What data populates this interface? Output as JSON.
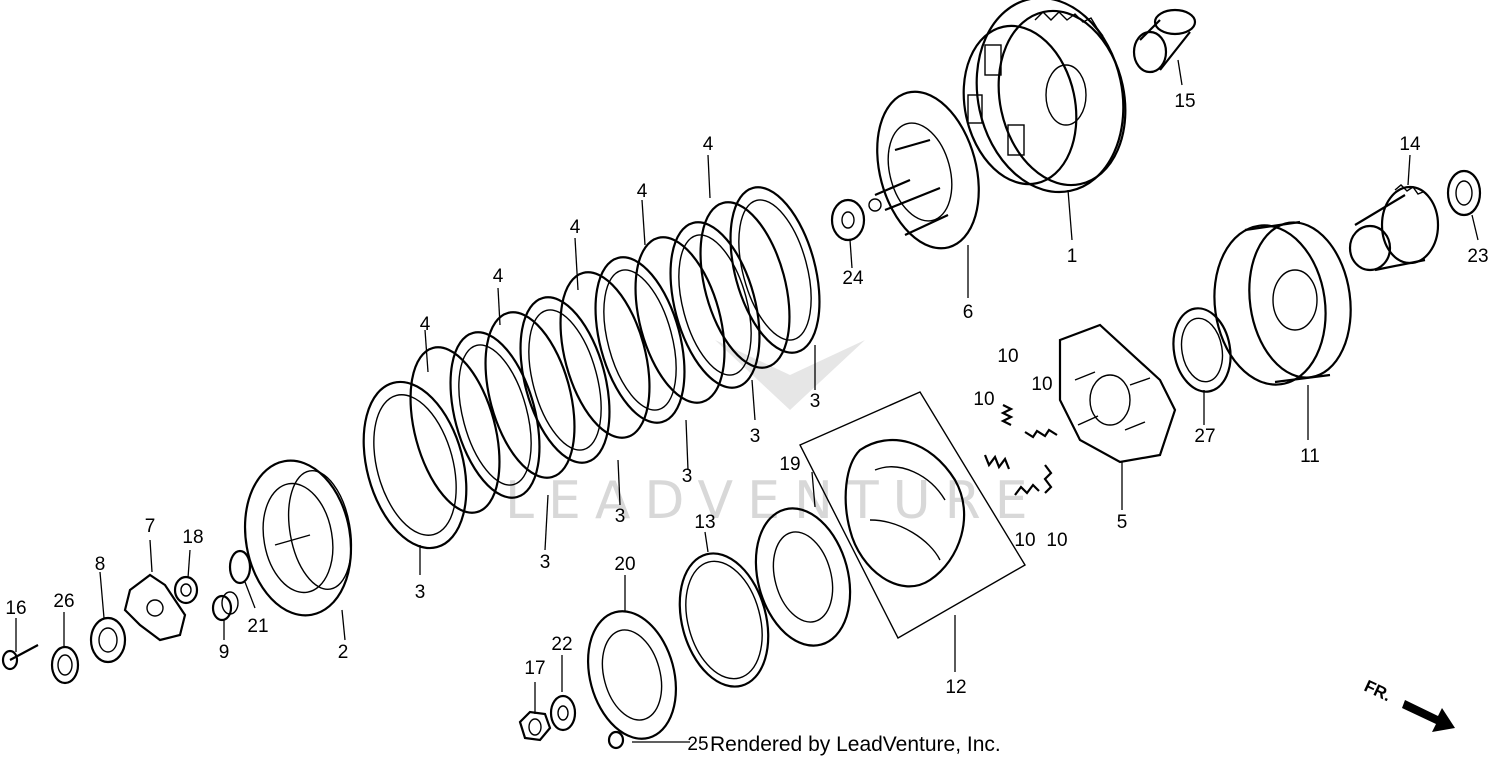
{
  "watermark": "LEADVENTURE",
  "credit": "Rendered by LeadVenture, Inc.",
  "direction_label": "FR.",
  "callouts": {
    "c1": "1",
    "c2": "2",
    "c3": "3",
    "c4": "4",
    "c5": "5",
    "c6": "6",
    "c7": "7",
    "c8": "8",
    "c9": "9",
    "c10": "10",
    "c11": "11",
    "c12": "12",
    "c13": "13",
    "c14": "14",
    "c15": "15",
    "c16": "16",
    "c17": "17",
    "c18": "18",
    "c19": "19",
    "c20": "20",
    "c21": "21",
    "c22": "22",
    "c23": "23",
    "c24": "24",
    "c25": "25",
    "c26": "26",
    "c27": "27"
  }
}
